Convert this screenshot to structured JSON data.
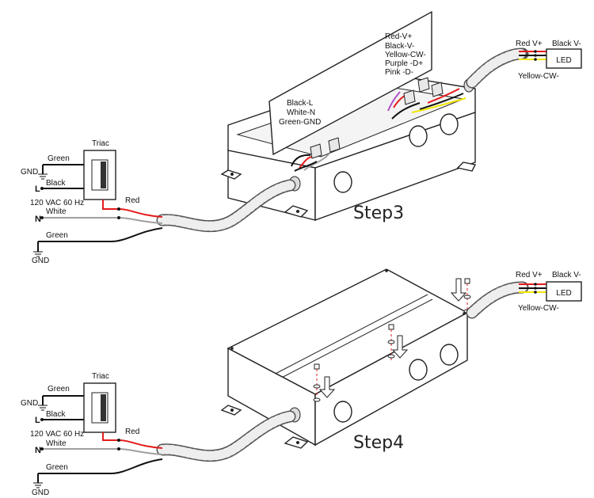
{
  "colors": {
    "red": "#e41b1b",
    "black": "#111111",
    "yellow": "#f2e600",
    "gray": "#a0a0a0",
    "purple": "#b04fc8"
  },
  "step3": {
    "title": "Step3",
    "triac_label": "Triac",
    "gnd_top": "GND",
    "green_top": "Green",
    "l_label": "L",
    "black_label": "Black",
    "vac_label": "120 VAC  60 Hz",
    "n_label": "N",
    "white_label": "White",
    "red_label": "Red",
    "green_bottom": "Green",
    "gnd_bottom": "GND",
    "line_legend": [
      "Black-L",
      "White-N",
      "Green-GND"
    ],
    "led_legend": [
      "Red-V+",
      "Black-V-",
      "Yellow-CW-",
      "Purple -D+",
      "Pink -D-"
    ],
    "led_red": "Red  V+",
    "led_black": "Black  V-",
    "led_yellow": "Yellow-CW-",
    "led_label": "LED"
  },
  "step4": {
    "title": "Step4",
    "triac_label": "Triac",
    "gnd_top": "GND",
    "green_top": "Green",
    "l_label": "L",
    "black_label": "Black",
    "vac_label": "120 VAC  60 Hz",
    "n_label": "N",
    "white_label": "White",
    "red_label": "Red",
    "green_bottom": "Green",
    "gnd_bottom": "GND",
    "led_red": "Red  V+",
    "led_black": "Black  V-",
    "led_yellow": "Yellow-CW-",
    "led_label": "LED"
  }
}
